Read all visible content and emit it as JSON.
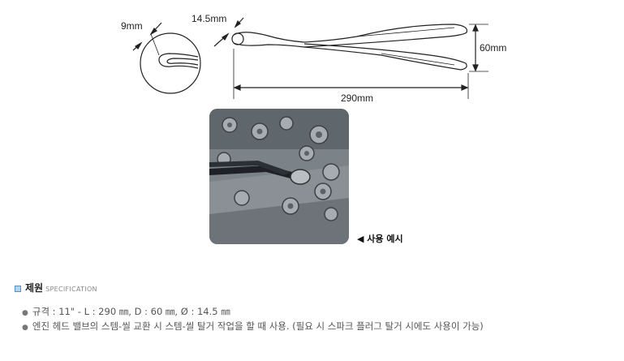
{
  "diagram": {
    "labels": {
      "tip_width": "9mm",
      "diameter": "14.5mm",
      "height": "60mm",
      "length": "290mm"
    },
    "line_color": "#222222"
  },
  "photo": {
    "caption": "◀ 사용 예시"
  },
  "spec": {
    "title": "제원",
    "subtitle": "SPECIFICATION",
    "items": [
      "규격 : 11\" - L : 290 ㎜, D : 60 ㎜, Ø : 14.5 ㎜",
      "엔진 헤드 밸브의 스템-씰 교환 시 스템-씰 탈거 작업을 할 때 사용. (필요 시 스파크 플러그 탈거 시에도 사용이 가능)"
    ],
    "accent_color": "#5b8fc0"
  }
}
